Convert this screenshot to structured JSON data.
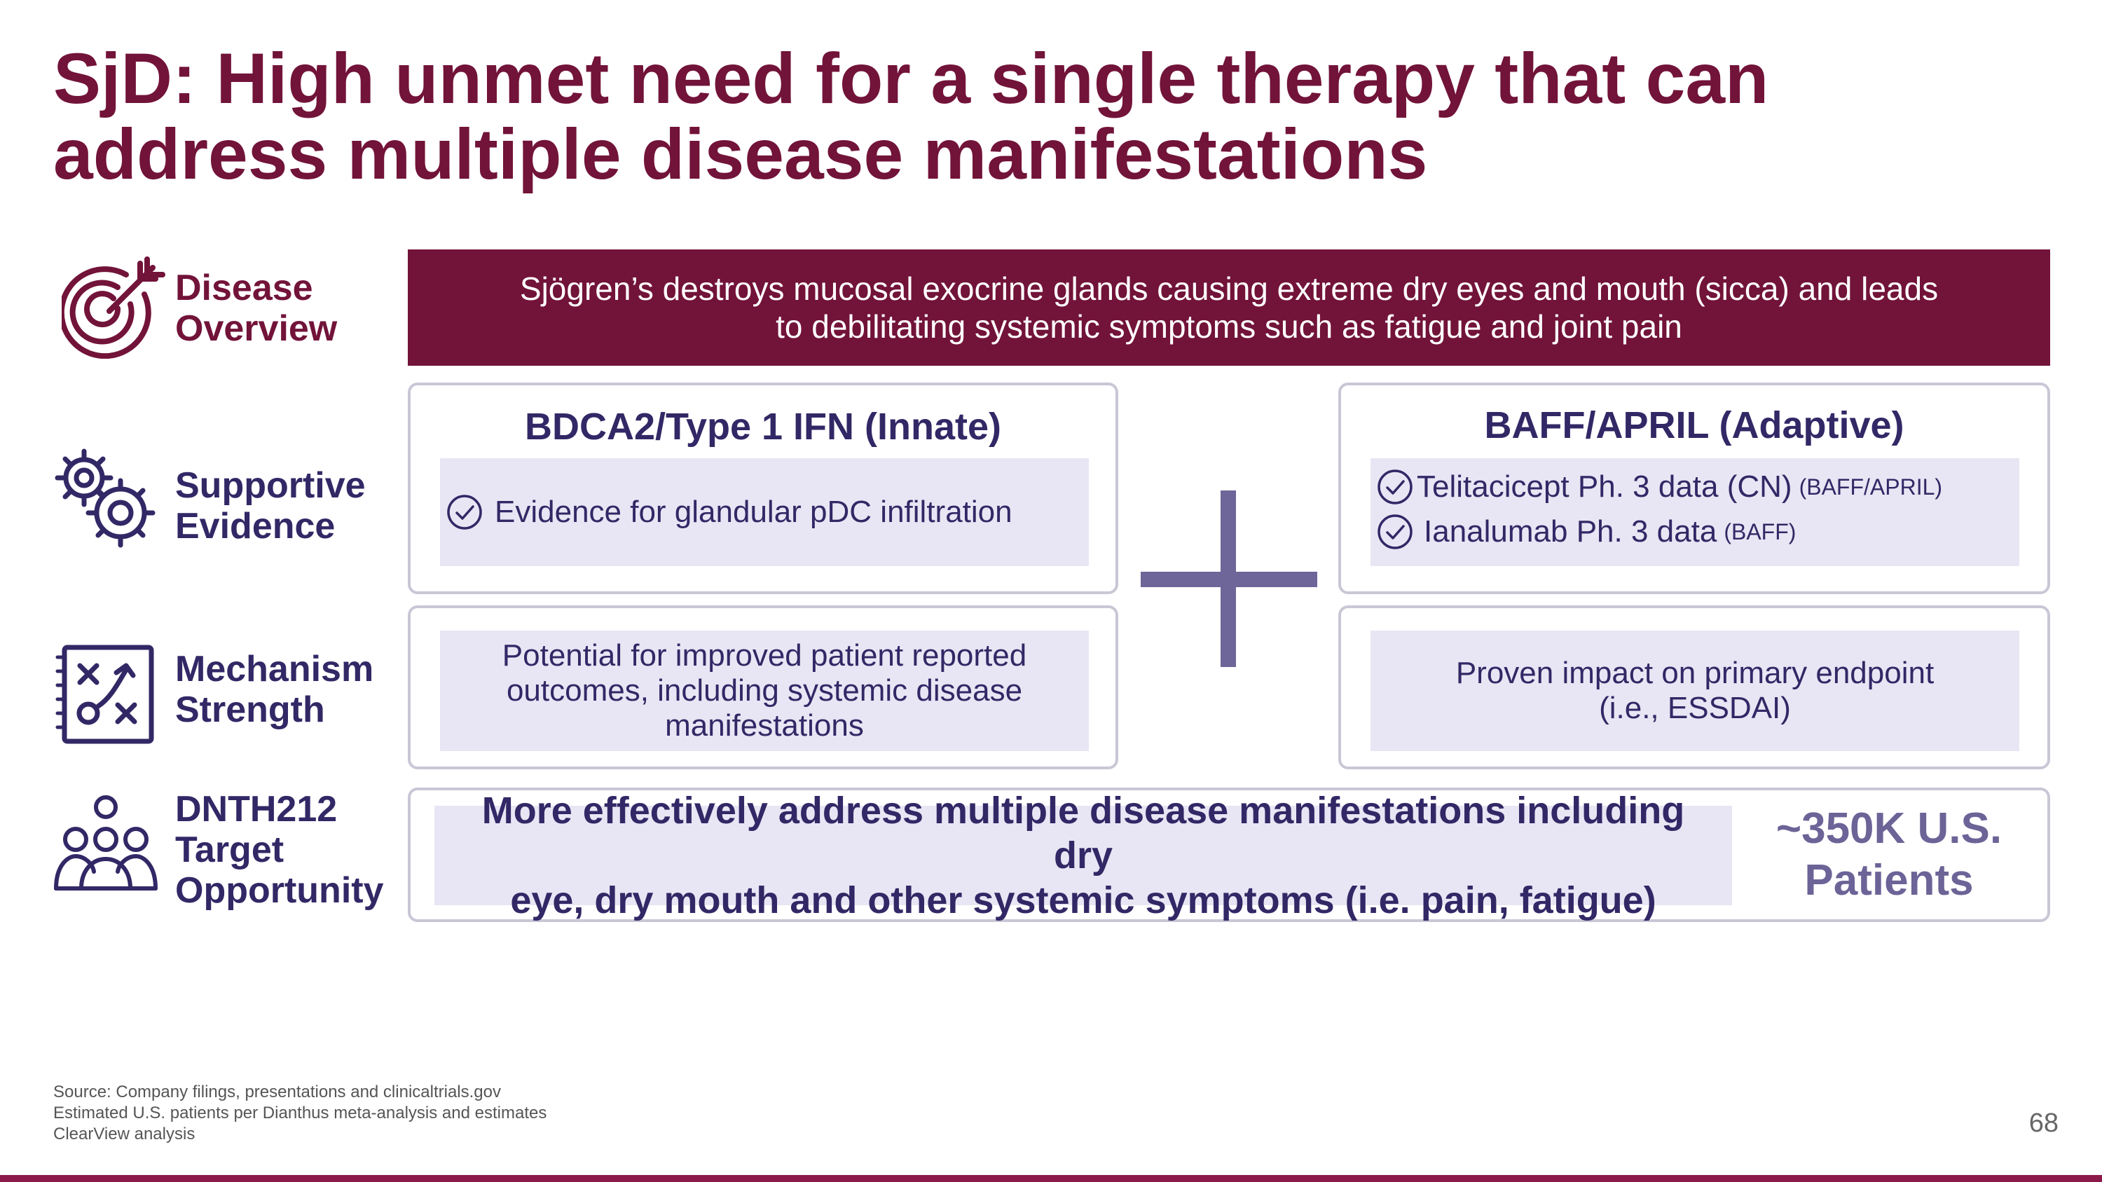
{
  "title_line1": "SjD: High unmet need for a single therapy that can",
  "title_line2": "address multiple disease manifestations",
  "rows": {
    "disease_overview": {
      "line1": "Disease",
      "line2": "Overview",
      "icon": "target-icon"
    },
    "supportive_evidence": {
      "line1": "Supportive",
      "line2": "Evidence",
      "icon": "gears-icon"
    },
    "mechanism_strength": {
      "line1": "Mechanism",
      "line2": "Strength",
      "icon": "strategy-board-icon"
    },
    "target_opportunity": {
      "line1": "DNTH212",
      "line2": "Target",
      "line3": "Opportunity",
      "icon": "people-group-icon"
    }
  },
  "banner": {
    "line1": "Sjögren’s destroys mucosal exocrine glands causing extreme dry eyes and mouth (sicca) and leads",
    "line2": "to debilitating systemic symptoms such as fatigue and joint pain"
  },
  "innate": {
    "title": "BDCA2/Type 1 IFN (Innate)",
    "evidence": "Evidence for glandular pDC infiltration",
    "mechanism_line1": "Potential for improved patient reported",
    "mechanism_line2": "outcomes, including systemic disease",
    "mechanism_line3": "manifestations"
  },
  "adaptive": {
    "title": "BAFF/APRIL (Adaptive)",
    "evidence1": "Telitacicept Ph. 3 data (CN)",
    "evidence1_note": "(BAFF/APRIL)",
    "evidence2": "Ianalumab Ph. 3 data",
    "evidence2_note": "(BAFF)",
    "mechanism_line1": "Proven impact on primary endpoint",
    "mechanism_line2": "(i.e., ESSDAI)"
  },
  "opportunity": {
    "line1": "More effectively address multiple disease manifestations including dry",
    "line2": "eye, dry mouth and other systemic symptoms (i.e. pain, fatigue)",
    "patients_line1": "~350K U.S.",
    "patients_line2": "Patients"
  },
  "footer": {
    "line1": "Source: Company filings, presentations and clinicaltrials.gov",
    "line2": "Estimated U.S. patients per Dianthus meta-analysis and estimates",
    "line3": "ClearView analysis"
  },
  "page_number": "68",
  "colors": {
    "maroon": "#721339",
    "navy": "#322866",
    "lavender": "#e8e6f4",
    "plus": "#6e6599",
    "border": "#c9c7d6"
  }
}
